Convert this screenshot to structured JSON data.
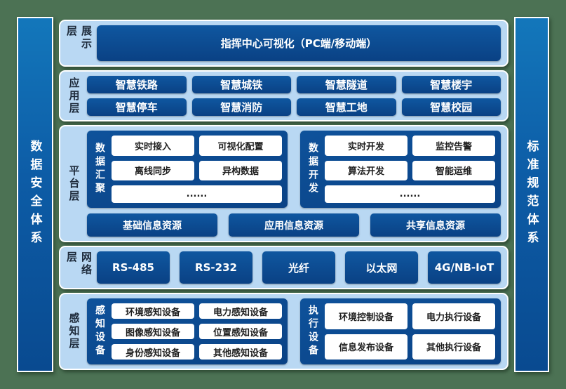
{
  "pillars": {
    "left": "数据安全体系",
    "right": "标准规范体系"
  },
  "layers": [
    {
      "label": "展示层",
      "banner": "指挥中心可视化（PC端/移动端）"
    },
    {
      "label": "应用层",
      "buttons": [
        "智慧铁路",
        "智慧城铁",
        "智慧隧道",
        "智慧楼宇",
        "智慧停车",
        "智慧消防",
        "智慧工地",
        "智慧校园"
      ]
    },
    {
      "label": "平台层",
      "groups": [
        {
          "label": "数据汇聚",
          "items": [
            "实时接入",
            "可视化配置",
            "离线同步",
            "异构数据"
          ],
          "more": "......"
        },
        {
          "label": "数据开发",
          "items": [
            "实时开发",
            "监控告警",
            "算法开发",
            "智能运维"
          ],
          "more": "......"
        }
      ],
      "resources": [
        "基础信息资源",
        "应用信息资源",
        "共享信息资源"
      ]
    },
    {
      "label": "网络层",
      "buttons": [
        "RS-485",
        "RS-232",
        "光纤",
        "以太网",
        "4G/NB-IoT"
      ]
    },
    {
      "label": "感知层",
      "groups": [
        {
          "label": "感知设备",
          "items": [
            "环境感知设备",
            "电力感知设备",
            "图像感知设备",
            "位置感知设备",
            "身份感知设备",
            "其他感知设备"
          ]
        },
        {
          "label": "执行设备",
          "items": [
            "环境控制设备",
            "电力执行设备",
            "信息发布设备",
            "其他执行设备"
          ]
        }
      ]
    }
  ],
  "colors": {
    "background_green": "#4c7254",
    "pillar_blue_top": "#1377bb",
    "pillar_blue_bottom": "#094a90",
    "panel_light_blue": "#b9d8f3",
    "box_dark_blue": "#0c4a8e",
    "item_white": "#ffffff",
    "layer_label_dark": "#1d2a3a"
  }
}
